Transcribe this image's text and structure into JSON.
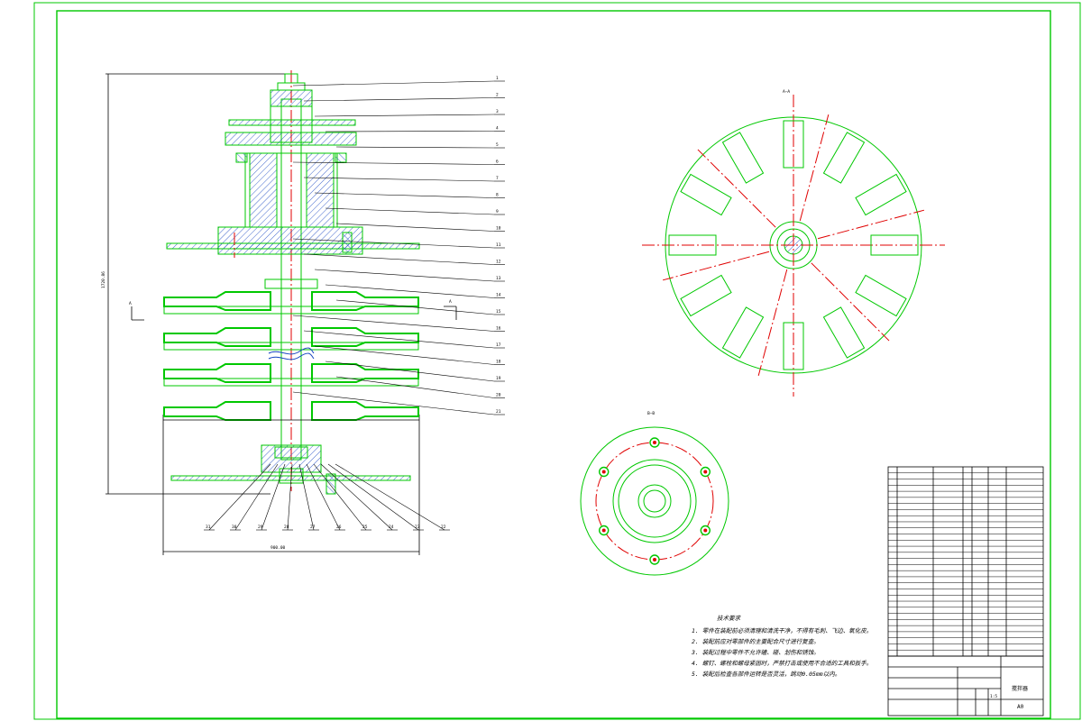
{
  "views": {
    "section_a_label": "A—A",
    "section_b_label": "B—B",
    "view_arrow_left": "A",
    "view_arrow_right": "A",
    "dim_height": "1720.86",
    "dim_width": "900.00"
  },
  "balloons_right": [
    "1",
    "2",
    "3",
    "4",
    "5",
    "6",
    "7",
    "8",
    "9",
    "10",
    "11",
    "12",
    "13",
    "14",
    "15",
    "16",
    "17",
    "18",
    "19",
    "20",
    "21"
  ],
  "balloons_bottom": [
    "31",
    "30",
    "29",
    "28",
    "27",
    "26",
    "25",
    "24",
    "23",
    "22"
  ],
  "notes": {
    "title": "技术要求",
    "lines": [
      "1. 零件在装配前必须清理和清洗干净，不得有毛刺、飞边、氧化皮。",
      "2. 装配前应对零部件的主要配合尺寸进行复查。",
      "3. 装配过程中零件不允许磕、碰、划伤和锈蚀。",
      "4. 螺钉、螺栓和螺母紧固时，严禁打击或使用不合适的工具和扳手。",
      "5. 装配后检查各部件运转是否灵活，跳动0.05mm以内。"
    ]
  },
  "title_block": {
    "drawing_name": "搅拌器",
    "sheet_size": "A0",
    "scale": "1:5"
  }
}
